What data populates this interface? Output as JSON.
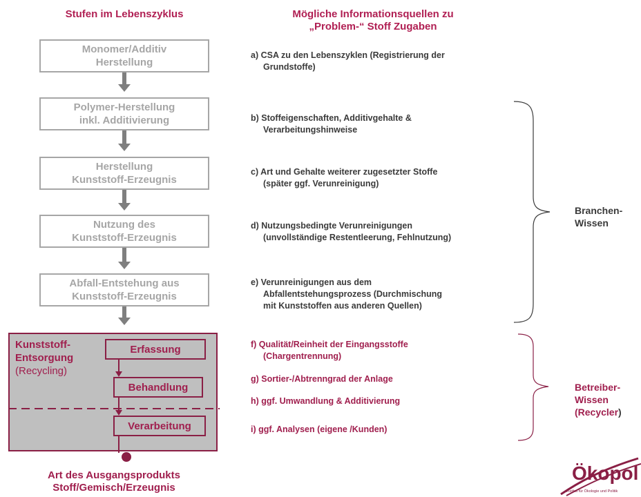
{
  "headers": {
    "left": "Stufen im Lebenszyklus",
    "right_line1": "Mögliche Informationsquellen zu",
    "right_line2": "„Problem-“ Stoff Zugaben"
  },
  "stages": [
    {
      "line1": "Monomer/Additiv",
      "line2": "Herstellung"
    },
    {
      "line1": "Polymer-Herstellung",
      "line2": "inkl. Additivierung"
    },
    {
      "line1": "Herstellung",
      "line2": "Kunststoff-Erzeugnis"
    },
    {
      "line1": "Nutzung des",
      "line2": "Kunststoff-Erzeugnis"
    },
    {
      "line1": "Abfall-Entstehung aus",
      "line2": "Kunststoff-Erzeugnis"
    }
  ],
  "disposal": {
    "title_line1": "Kunststoff-",
    "title_line2": "Entsorgung",
    "subtitle": "(Recycling)",
    "steps": [
      "Erfassung",
      "Behandlung",
      "Verarbeitung"
    ]
  },
  "sources": [
    {
      "line1": "a) CSA zu den Lebenszyklen (Registrierung der",
      "line2": "Grundstoffe)"
    },
    {
      "line1": "b) Stoffeigenschaften, Additivgehalte &",
      "line2": "Verarbeitungshinweise"
    },
    {
      "line1": "c) Art und Gehalte weiterer zugesetzter Stoffe",
      "line2": "(später ggf. Verunreinigung)"
    },
    {
      "line1": "d) Nutzungsbedingte Verunreinigungen",
      "line2": "(unvollständige Restentleerung, Fehlnutzung)"
    },
    {
      "line1": "e) Verunreinigungen aus dem",
      "line2": "Abfallentstehungsprozess (Durchmischung",
      "line3": "mit Kunststoffen aus anderen Quellen)"
    },
    {
      "line1": "f) Qualität/Reinheit der Eingangsstoffe",
      "line2": "(Chargentrennung)"
    },
    {
      "line1": "g) Sortier-/Abtrenngrad der Anlage"
    },
    {
      "line1": "h) ggf. Umwandlung & Additivierung"
    },
    {
      "line1": "i)  ggf. Analysen (eigene /Kunden)"
    }
  ],
  "branchen": {
    "line1": "Branchen-",
    "line2": "Wissen"
  },
  "betreiber": {
    "line1": "Betreiber-",
    "line2": "Wissen",
    "line3": "(Recycler",
    "line3_tail": ")"
  },
  "output": {
    "line1": "Art des Ausgangsprodukts",
    "line2": "Stoff/Gemisch/Erzeugnis"
  },
  "logo": {
    "text": "Ökopol",
    "subtext": "Institut für Ökologie und Politik"
  },
  "colors": {
    "accent": "#a01f4e",
    "stage_gray": "#a6a6a6",
    "arrow_gray": "#7f7f7f",
    "panel_gray": "#bfbfbf"
  }
}
